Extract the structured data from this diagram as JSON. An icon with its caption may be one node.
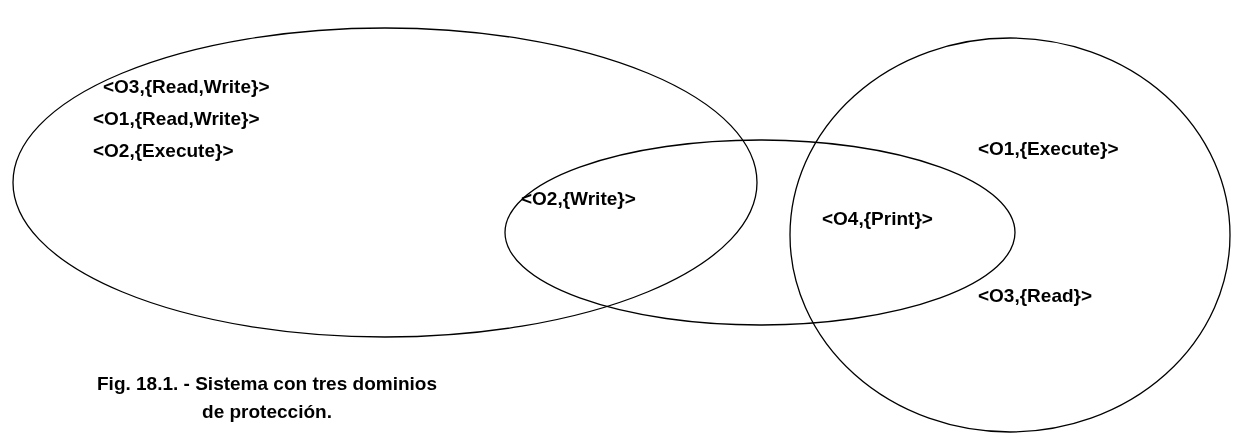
{
  "diagram": {
    "caption": "Fig. 18.1. - Sistema con tres dominios de protección.",
    "nodes": [
      {
        "text": [
          "<O3,{Read,Write}>",
          "<O1,{Read,Write}>",
          "<O2,{Execute}>"
        ]
      },
      {
        "text": [
          "<O2,{Write}>",
          "<O4,{Print}>"
        ]
      },
      {
        "text": [
          "<O1,{Execute}>",
          "<O3,{Read}>"
        ]
      }
    ]
  }
}
